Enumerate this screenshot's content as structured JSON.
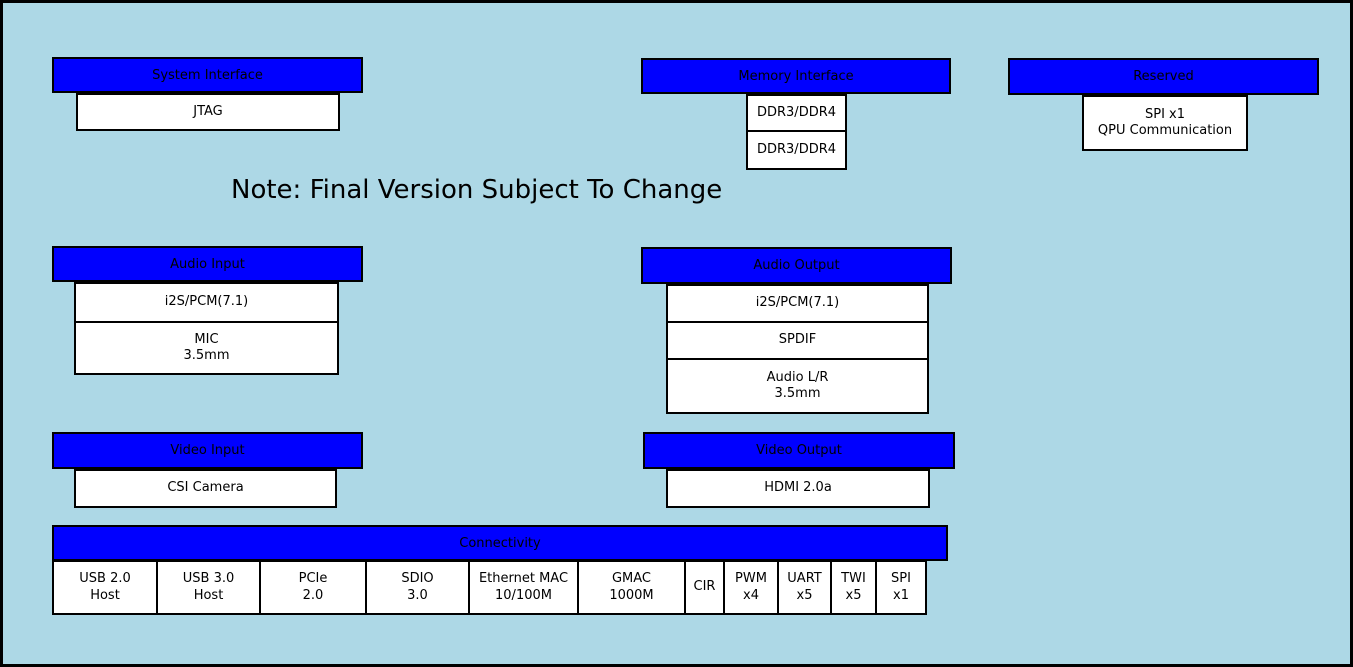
{
  "colors": {
    "background": "#ADD8E6",
    "header_fill": "#0000FF",
    "box_fill": "#FFFFFF",
    "border": "#000000",
    "text": "#000000"
  },
  "note": "Note: Final Version Subject To Change",
  "blocks": {
    "system_interface": {
      "title": "System Interface",
      "items": [
        "JTAG"
      ]
    },
    "memory_interface": {
      "title": "Memory Interface",
      "items": [
        "DDR3/DDR4",
        "DDR3/DDR4"
      ]
    },
    "reserved": {
      "title": "Reserved",
      "items": [
        "SPI x1\nQPU Communication"
      ]
    },
    "audio_input": {
      "title": "Audio Input",
      "items": [
        "i2S/PCM(7.1)",
        "MIC\n3.5mm"
      ]
    },
    "audio_output": {
      "title": "Audio Output",
      "items": [
        "i2S/PCM(7.1)",
        "SPDIF",
        "Audio L/R\n3.5mm"
      ]
    },
    "video_input": {
      "title": "Video Input",
      "items": [
        "CSI Camera"
      ]
    },
    "video_output": {
      "title": "Video Output",
      "items": [
        "HDMI 2.0a"
      ]
    },
    "connectivity": {
      "title": "Connectivity",
      "items": [
        "USB 2.0\nHost",
        "USB 3.0\nHost",
        "PCIe\n2.0",
        "SDIO\n3.0",
        "Ethernet MAC\n10/100M",
        "GMAC\n1000M",
        "CIR",
        "PWM\nx4",
        "UART\nx5",
        "TWI\nx5",
        "SPI\nx1"
      ]
    }
  }
}
